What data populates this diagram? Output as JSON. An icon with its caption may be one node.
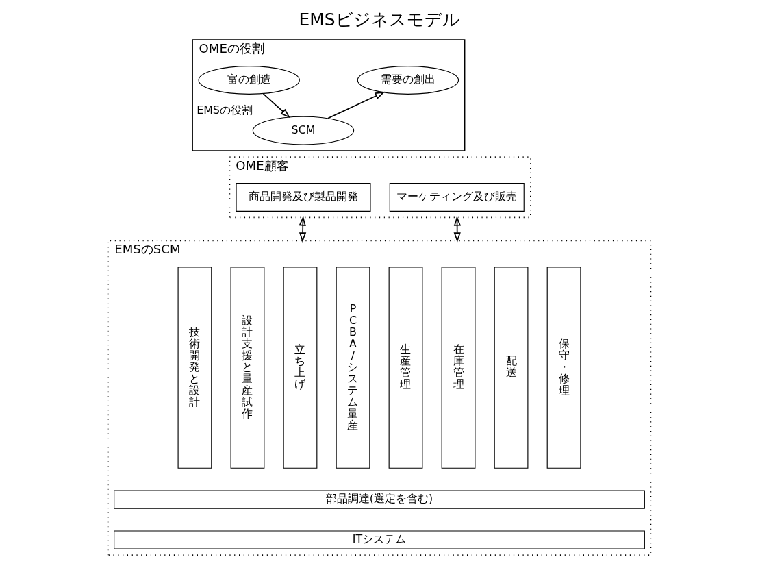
{
  "diagram": {
    "title": "EMSビジネスモデル",
    "nodes": [
      {
        "text": [
          "OMEの役割"
        ]
      },
      {
        "text": [
          "富の創造"
        ],
        "in": 0
      },
      {
        "text": [
          "需要の創出"
        ],
        "in": 0
      },
      {
        "text": [
          "SCM"
        ],
        "in": 0,
        "beside": [
          "EMSの役割"
        ]
      },
      {
        "text": [
          "OME顧客"
        ]
      },
      {
        "text": [
          "商品開発及び製品開発"
        ],
        "in": 4
      },
      {
        "text": [
          "マーケティング及び販売"
        ],
        "in": 4
      },
      {
        "text": [
          "EMSのSCM"
        ]
      },
      {
        "text": [
          "技術開発と設計"
        ],
        "in": 7
      },
      {
        "text": [
          "設計支援と量産試作"
        ],
        "in": 7
      },
      {
        "text": [
          "立ち上げ"
        ],
        "in": 7
      },
      {
        "text": [
          "PCBA/システム量産"
        ],
        "in": 7
      },
      {
        "text": [
          "生産管理"
        ],
        "in": 7
      },
      {
        "text": [
          "在庫管理"
        ],
        "in": 7
      },
      {
        "text": [
          "配送"
        ],
        "in": 7
      },
      {
        "text": [
          "保守・修理"
        ],
        "in": 7
      },
      {
        "text": [
          "部品調達(選定を含む)"
        ],
        "in": 7
      },
      {
        "text": [
          "ITシステム"
        ],
        "in": 7
      }
    ],
    "edges": [
      {
        "from": 1,
        "to": 3,
        "arrow": "to"
      },
      {
        "from": 3,
        "to": 2,
        "arrow": "to"
      },
      {
        "from": 4,
        "to": 7,
        "arrow": "both"
      },
      {
        "from": 4,
        "to": 7,
        "arrow": "both"
      }
    ]
  }
}
